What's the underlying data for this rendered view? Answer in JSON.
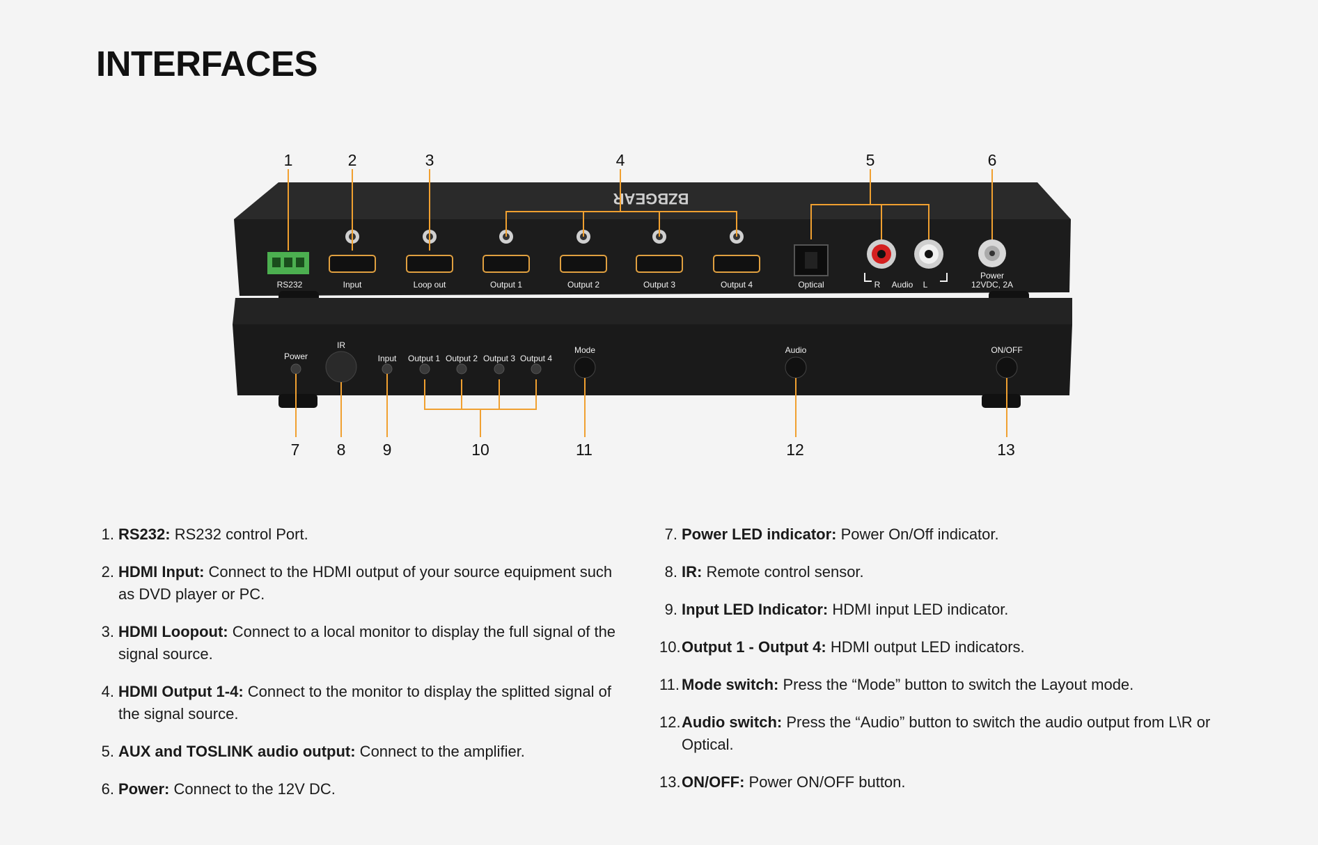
{
  "title": "INTERFACES",
  "brand": "BZBGEAR",
  "callouts_top": [
    "1",
    "2",
    "3",
    "4",
    "5",
    "6"
  ],
  "callouts_bottom": [
    "7",
    "8",
    "9",
    "10",
    "11",
    "12",
    "13"
  ],
  "rear_labels": {
    "rs232": "RS232",
    "input": "Input",
    "loop_out": "Loop out",
    "output1": "Output 1",
    "output2": "Output 2",
    "output3": "Output 3",
    "output4": "Output 4",
    "optical": "Optical",
    "audio_r": "R",
    "audio": "Audio",
    "audio_l": "L",
    "power": "Power",
    "power_spec": "12VDC, 2A"
  },
  "front_labels": {
    "power": "Power",
    "ir": "IR",
    "input": "Input",
    "output1": "Output 1",
    "output2": "Output 2",
    "output3": "Output 3",
    "output4": "Output 4",
    "mode": "Mode",
    "audio": "Audio",
    "onoff": "ON/OFF"
  },
  "list_left": [
    {
      "num": "1.",
      "term": "RS232:",
      "desc": " RS232 control Port."
    },
    {
      "num": "2.",
      "term": "HDMI Input:",
      "desc": " Connect to the HDMI output of your source equipment such as DVD player or PC."
    },
    {
      "num": "3.",
      "term": "HDMI Loopout:",
      "desc": " Connect to a local monitor to display the full signal of the signal source."
    },
    {
      "num": "4.",
      "term": "HDMI Output 1-4:",
      "desc": " Connect to the monitor to display the splitted signal of the signal source."
    },
    {
      "num": "5.",
      "term": "AUX and TOSLINK audio output:",
      "desc": " Connect to the amplifier."
    },
    {
      "num": "6.",
      "term": "Power:",
      "desc": " Connect to the 12V DC."
    }
  ],
  "list_right": [
    {
      "num": "7.",
      "term": "Power LED indicator:",
      "desc": " Power On/Off indicator."
    },
    {
      "num": "8.",
      "term": "IR:",
      "desc": " Remote control sensor."
    },
    {
      "num": "9.",
      "term": "Input LED Indicator:",
      "desc": " HDMI input LED indicator."
    },
    {
      "num": "10.",
      "term": "Output 1 - Output 4:",
      "desc": " HDMI output LED indicators."
    },
    {
      "num": "11.",
      "term": "Mode switch:",
      "desc": " Press the “Mode” button to switch the Layout mode."
    },
    {
      "num": "12.",
      "term": "Audio switch:",
      "desc": " Press the “Audio” button to switch the audio output from L\\R or Optical."
    },
    {
      "num": "13.",
      "term": "ON/OFF:",
      "desc": " Power ON/OFF button."
    }
  ],
  "colors": {
    "leader": "#f0a030",
    "device": "#1c1c1c",
    "terminal": "#4caf50",
    "rca_red": "#d42020"
  }
}
